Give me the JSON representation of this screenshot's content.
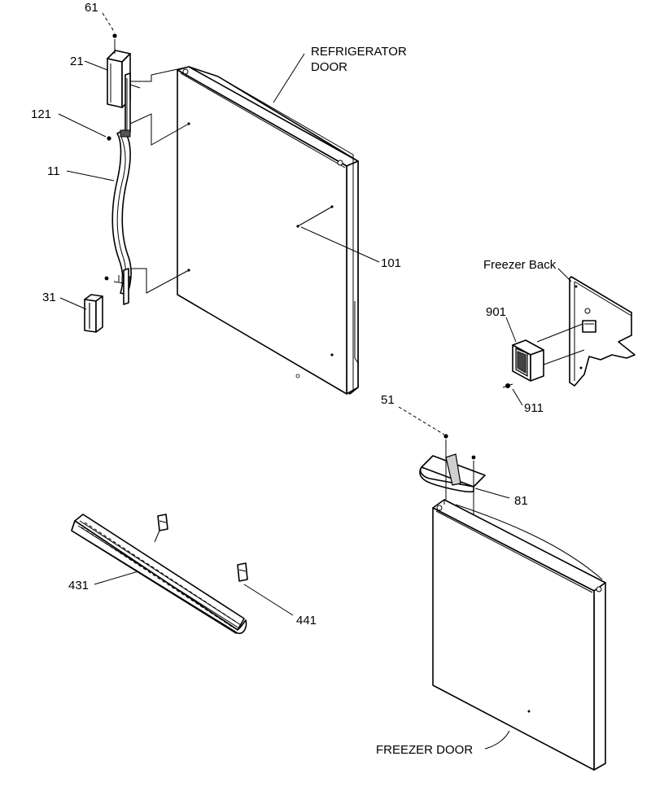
{
  "labels": {
    "refrigerator_door_line1": "REFRIGERATOR",
    "refrigerator_door_line2": "DOOR",
    "freezer_back": "Freezer Back",
    "freezer_door": "FREEZER DOOR",
    "p61": "61",
    "p21": "21",
    "p121": "121",
    "p11": "11",
    "p31": "31",
    "p101": "101",
    "p901": "901",
    "p911": "911",
    "p51": "51",
    "p81": "81",
    "p431": "431",
    "p441": "441"
  }
}
